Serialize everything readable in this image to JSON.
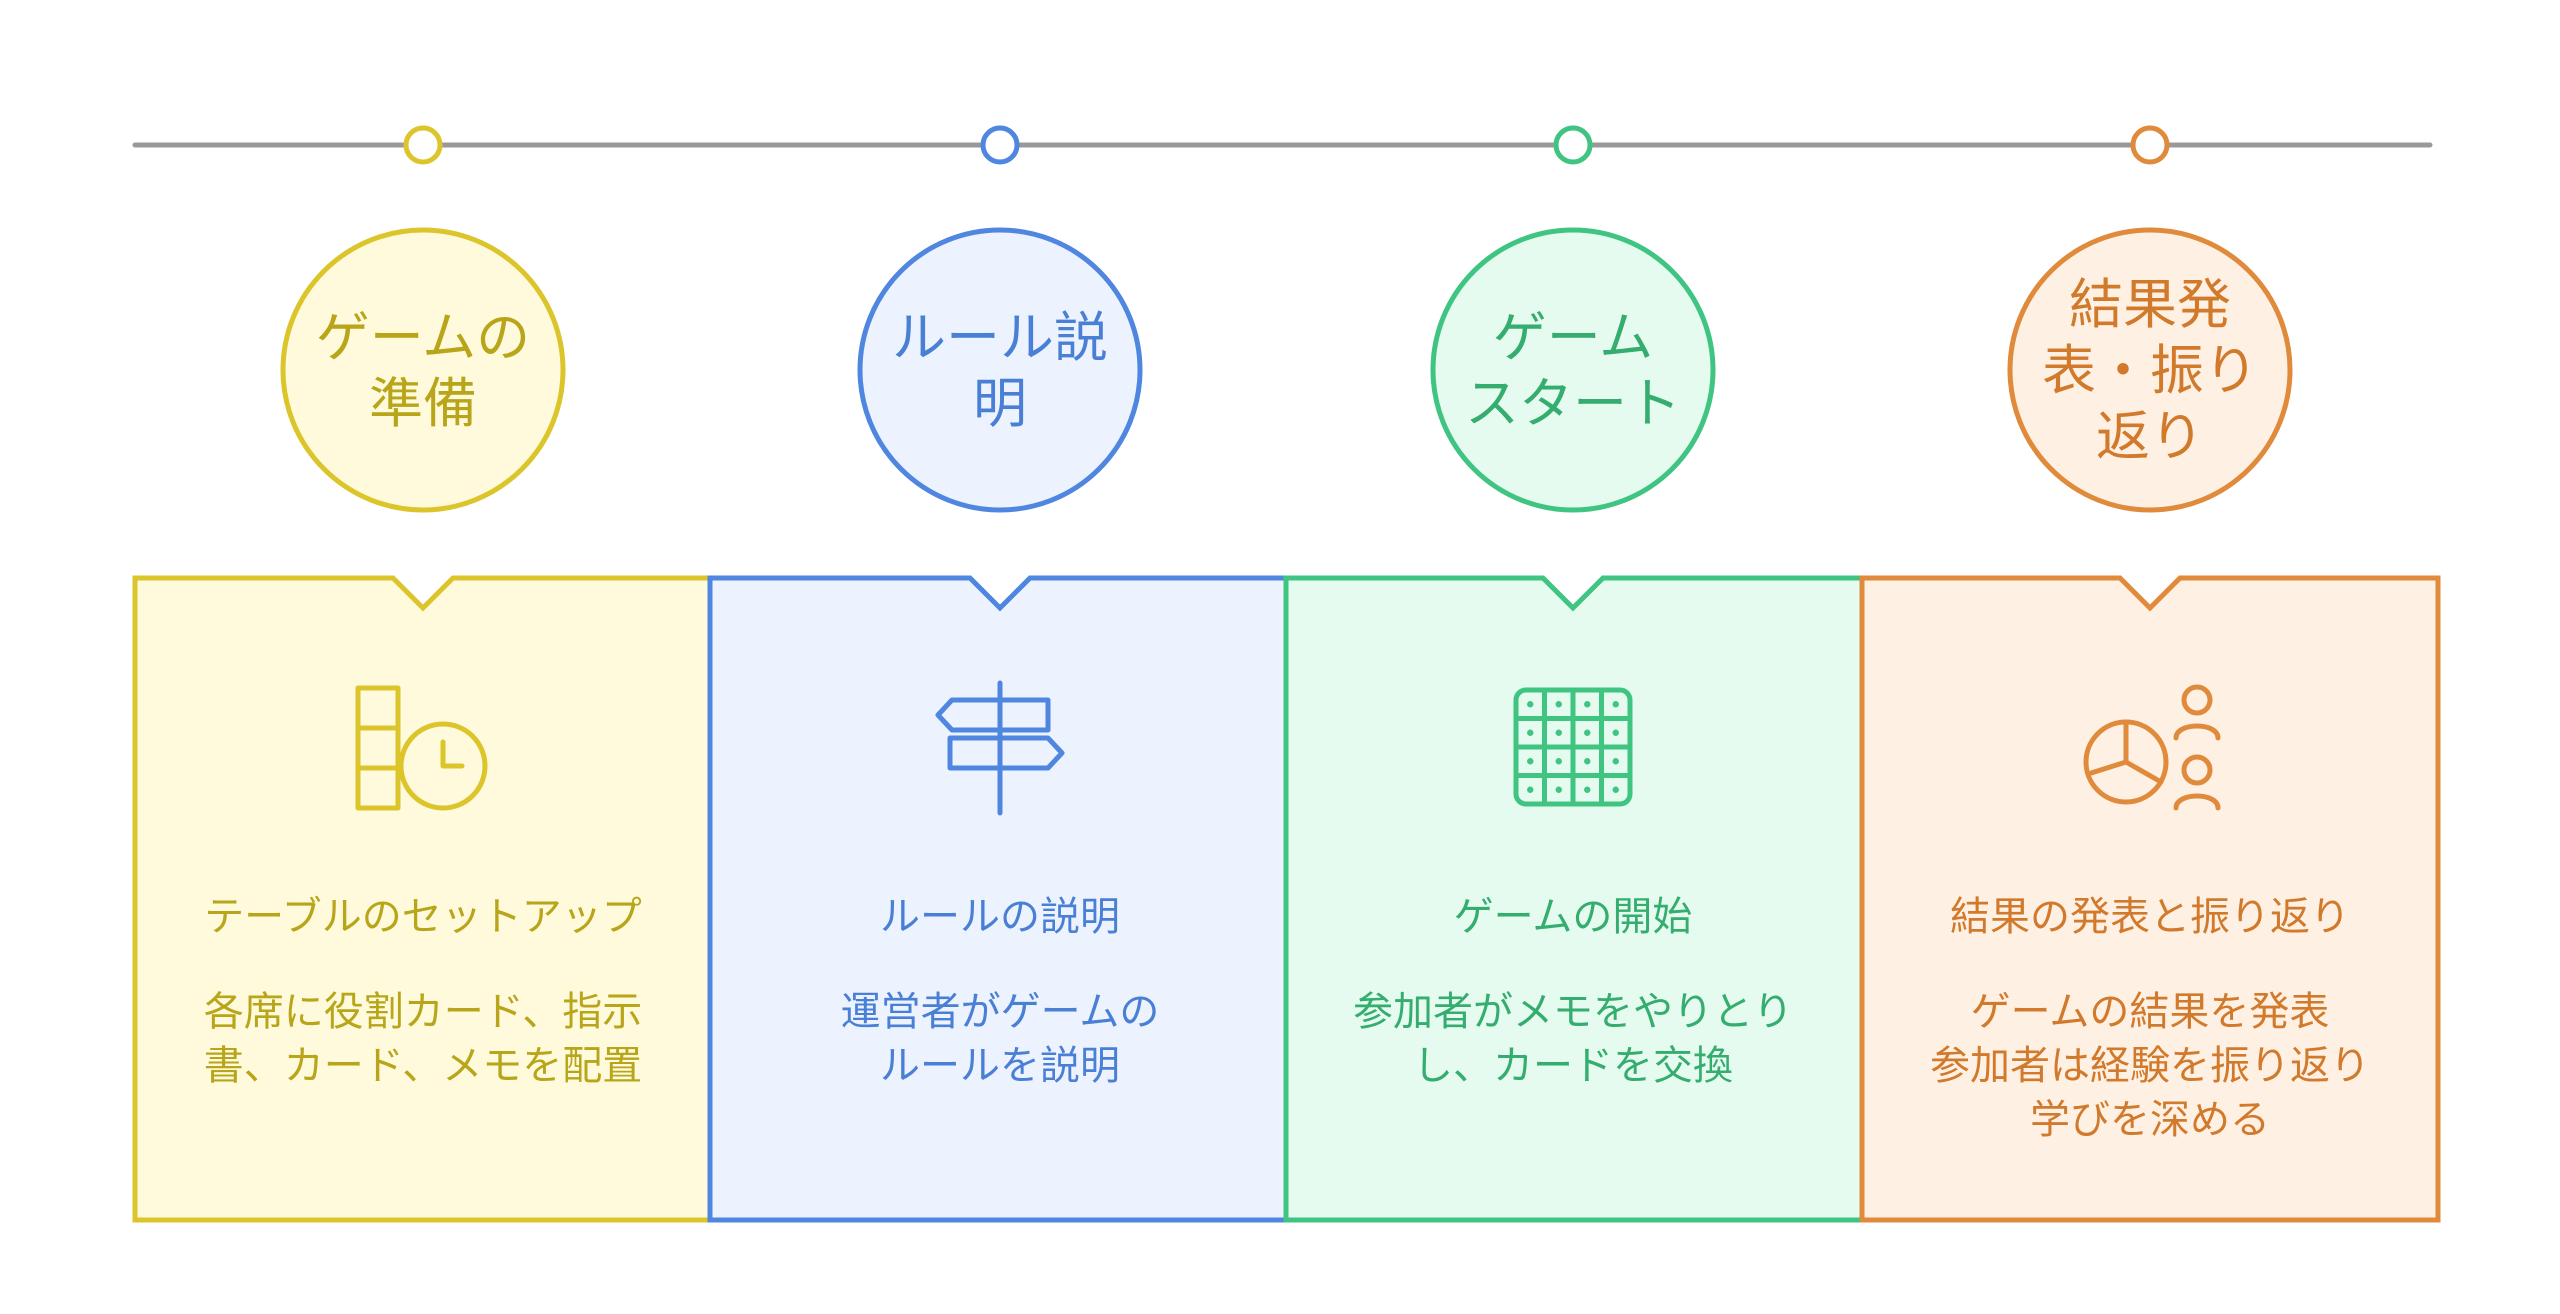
{
  "stages": [
    {
      "title": "ゲームの\n準備",
      "card_title": "テーブルのセットアップ",
      "description": "各席に役割カード、指示\n書、カード、メモを配置",
      "icon": "layout-clock-icon",
      "stroke": "#dcc42b",
      "fill": "#fefadb",
      "text_color": "#b8a51a"
    },
    {
      "title": "ルール説\n明",
      "card_title": "ルールの説明",
      "description": "運営者がゲームの\nルールを説明",
      "icon": "signpost-icon",
      "stroke": "#4f86e0",
      "fill": "#ecf3fe",
      "text_color": "#4a7fd6"
    },
    {
      "title": "ゲーム\nスタート",
      "card_title": "ゲームの開始",
      "description": "参加者がメモをやりとり\nし、カードを交換",
      "icon": "grid-board-icon",
      "stroke": "#3fc481",
      "fill": "#e5fbef",
      "text_color": "#34ad6f"
    },
    {
      "title": "結果発\n表・振り\n返り",
      "card_title": "結果の発表と振り返り",
      "description": "ゲームの結果を発表\n参加者は経験を振り返り\n学びを深める",
      "icon": "pie-chart-people-icon",
      "stroke": "#e08a3c",
      "fill": "#fff0e4",
      "text_color": "#d17a2c"
    }
  ],
  "timeline_color": "#999999"
}
